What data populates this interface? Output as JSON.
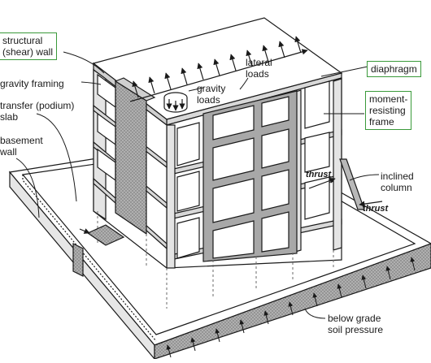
{
  "labels": {
    "structural_wall": [
      "structural",
      "(shear) wall"
    ],
    "gravity_framing": "gravity framing",
    "transfer_slab": [
      "transfer (podium)",
      "slab"
    ],
    "basement_wall": [
      "basement",
      "wall"
    ],
    "lateral_loads": [
      "lateral",
      "loads"
    ],
    "gravity_loads": [
      "gravity",
      "loads"
    ],
    "diaphragm": "diaphragm",
    "moment_frame": [
      "moment-",
      "resisting",
      "frame"
    ],
    "inclined_column": [
      "inclined",
      "column"
    ],
    "thrust": "thrust",
    "soil_pressure": [
      "below grade",
      "soil pressure"
    ]
  },
  "colors": {
    "label_box_border": "#3a9a3a",
    "line": "#1a1a1a",
    "shade": "#9a9a9a"
  }
}
